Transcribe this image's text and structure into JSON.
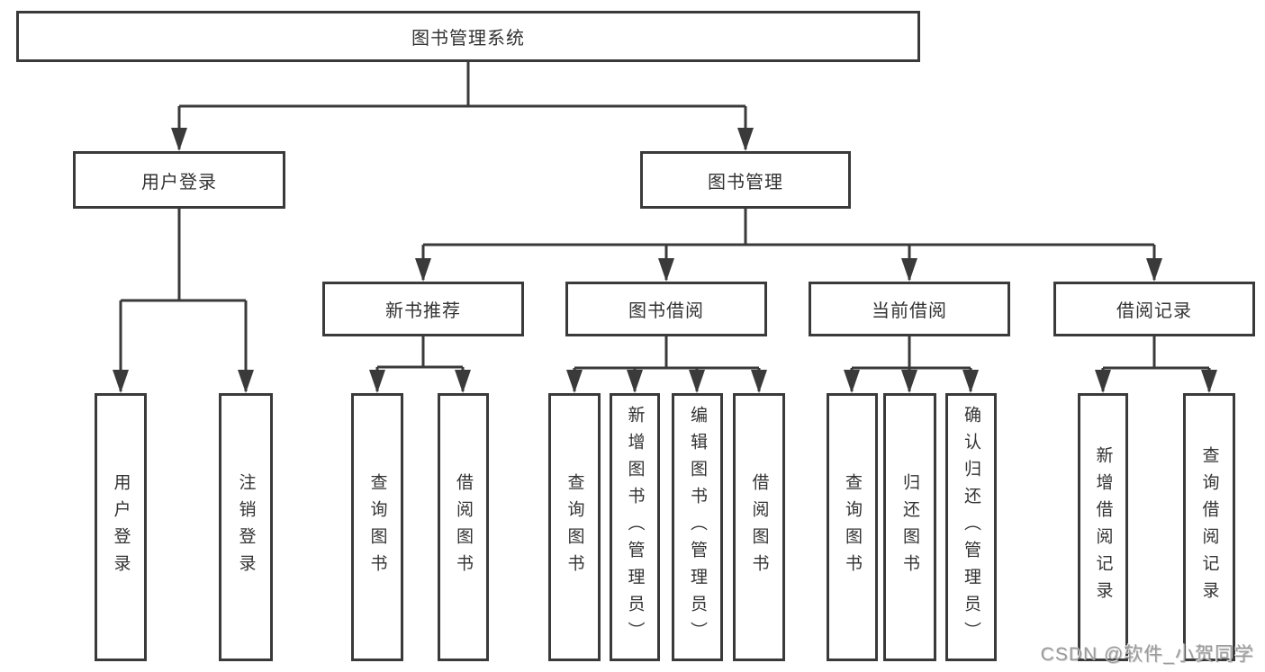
{
  "diagram": {
    "root": {
      "label": "图书管理系统"
    },
    "branches": [
      {
        "label": "用户登录",
        "children": [
          {
            "label": "用户登录"
          },
          {
            "label": "注销登录"
          }
        ]
      },
      {
        "label": "图书管理",
        "children": [
          {
            "label": "新书推荐",
            "children": [
              {
                "label": "查询图书"
              },
              {
                "label": "借阅图书"
              }
            ]
          },
          {
            "label": "图书借阅",
            "children": [
              {
                "label": "查询图书"
              },
              {
                "label": "新增图书（管理员）"
              },
              {
                "label": "编辑图书（管理员）"
              },
              {
                "label": "借阅图书"
              }
            ]
          },
          {
            "label": "当前借阅",
            "children": [
              {
                "label": "查询图书"
              },
              {
                "label": "归还图书"
              },
              {
                "label": "确认归还（管理员）"
              }
            ]
          },
          {
            "label": "借阅记录",
            "children": [
              {
                "label": "新增借阅记录"
              },
              {
                "label": "查询借阅记录"
              }
            ]
          }
        ]
      }
    ]
  },
  "watermark": {
    "text": "CSDN @软件_小贺同学"
  },
  "colors": {
    "line": "#3a3a3a",
    "box_border": "#3a3a3a",
    "text": "#333333",
    "watermark": "#9b9b9b",
    "background": "#ffffff"
  }
}
